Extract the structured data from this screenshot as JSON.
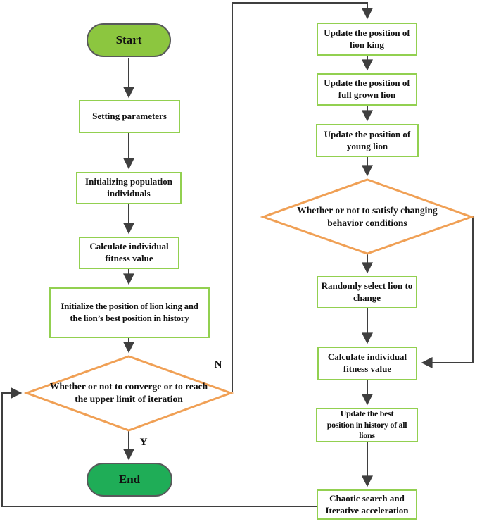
{
  "diagram_type": "flowchart",
  "colors": {
    "start_fill": "#8CC63F",
    "end_fill": "#1FAD57",
    "process_border": "#92D050",
    "decision_border": "#F0A055",
    "terminal_border": "#58595B",
    "connector": "#3F3F3F",
    "text": "#111111"
  },
  "nodes": {
    "start": {
      "label": "Start",
      "type": "terminal"
    },
    "setting_parameters": {
      "label": "Setting parameters",
      "type": "process"
    },
    "init_population": {
      "label": "Initializing population\nindividuals",
      "type": "process"
    },
    "calc_fitness_left": {
      "label": "Calculate individual\nfitness value",
      "type": "process"
    },
    "init_lion_king": {
      "label": "Initialize the position of lion king and\nthe lion’s best position in history",
      "type": "process"
    },
    "converge_decision": {
      "label": "Whether or not to converge or to reach\nthe upper limit of iteration",
      "type": "decision"
    },
    "end": {
      "label": "End",
      "type": "terminal"
    },
    "update_lion_king": {
      "label": "Update the position of\nlion king",
      "type": "process"
    },
    "update_full_grown": {
      "label": "Update the position of\nfull grown lion",
      "type": "process"
    },
    "update_young": {
      "label": "Update the position of\nyoung lion",
      "type": "process"
    },
    "behavior_decision": {
      "label": "Whether or not to satisfy changing\nbehavior conditions",
      "type": "decision"
    },
    "random_select": {
      "label": "Randomly select lion to\nchange",
      "type": "process"
    },
    "calc_fitness_right": {
      "label": "Calculate individual\nfitness value",
      "type": "process"
    },
    "update_best": {
      "label": "Update the best\nposition in history of all\nlions",
      "type": "process"
    },
    "chaotic_search": {
      "label": "Chaotic search and\nIterative acceleration",
      "type": "process"
    }
  },
  "branch_labels": {
    "no": "N",
    "yes": "Y"
  },
  "edges": [
    {
      "from": "start",
      "to": "setting_parameters"
    },
    {
      "from": "setting_parameters",
      "to": "init_population"
    },
    {
      "from": "init_population",
      "to": "calc_fitness_left"
    },
    {
      "from": "calc_fitness_left",
      "to": "init_lion_king"
    },
    {
      "from": "init_lion_king",
      "to": "converge_decision"
    },
    {
      "from": "converge_decision",
      "to": "end",
      "label": "Y"
    },
    {
      "from": "converge_decision",
      "to": "update_lion_king",
      "label": "N"
    },
    {
      "from": "update_lion_king",
      "to": "update_full_grown"
    },
    {
      "from": "update_full_grown",
      "to": "update_young"
    },
    {
      "from": "update_young",
      "to": "behavior_decision"
    },
    {
      "from": "behavior_decision",
      "to": "random_select"
    },
    {
      "from": "behavior_decision",
      "to": "calc_fitness_right"
    },
    {
      "from": "random_select",
      "to": "calc_fitness_right"
    },
    {
      "from": "calc_fitness_right",
      "to": "update_best"
    },
    {
      "from": "update_best",
      "to": "chaotic_search"
    },
    {
      "from": "chaotic_search",
      "to": "converge_decision"
    }
  ]
}
